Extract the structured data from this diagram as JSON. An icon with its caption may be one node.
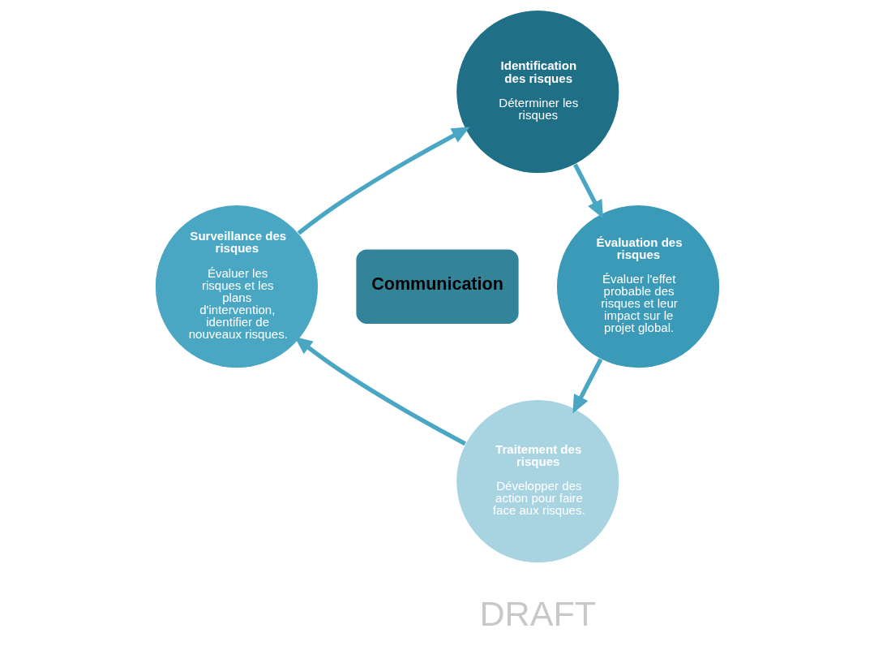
{
  "diagram": {
    "nodes": [
      {
        "text": [
          "Identification des risques",
          "Déterminer les risques"
        ]
      },
      {
        "text": [
          "Évaluation des risques",
          "Évaluer l'effet probable des risques et leur impact sur le projet global."
        ]
      },
      {
        "text": [
          "Traitement des risques",
          "Développer des action pour faire face aux risques."
        ]
      },
      {
        "text": [
          "Surveillance des risques",
          "Évaluer les risques et les plans d'intervention, identifier de nouveaux risques."
        ]
      },
      {
        "text": [
          "Communication"
        ]
      }
    ],
    "edges": [
      {
        "from": 0,
        "to": 1,
        "arrow": "to"
      },
      {
        "from": 1,
        "to": 2,
        "arrow": "to"
      },
      {
        "from": 2,
        "to": 3,
        "arrow": "to"
      },
      {
        "from": 3,
        "to": 0,
        "arrow": "to"
      }
    ],
    "labels": [
      "DRAFT"
    ]
  }
}
